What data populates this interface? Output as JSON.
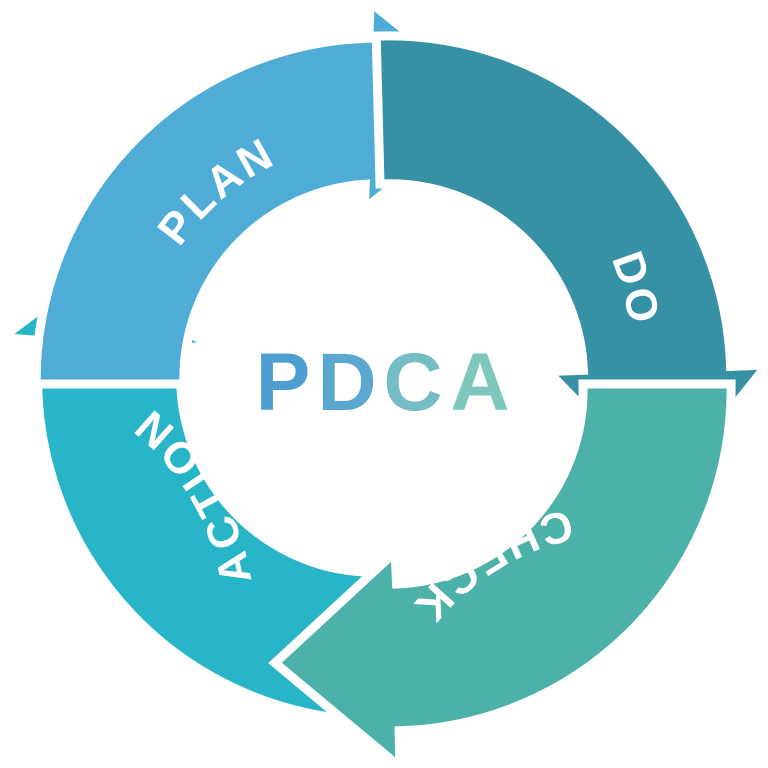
{
  "center": {
    "letters": [
      {
        "char": "P",
        "color": "#4d9fd2"
      },
      {
        "char": "D",
        "color": "#5aa8d0"
      },
      {
        "char": "C",
        "color": "#74bdc4"
      },
      {
        "char": "A",
        "color": "#7dc7bd"
      }
    ]
  },
  "segments": [
    {
      "key": "plan",
      "label": "PLAN",
      "color": "#4eacd6"
    },
    {
      "key": "do",
      "label": "DO",
      "color": "#3791a5"
    },
    {
      "key": "check",
      "label": "CHECK",
      "color": "#4cb1a8"
    },
    {
      "key": "action",
      "label": "ACTION",
      "color": "#28b5c8"
    }
  ]
}
